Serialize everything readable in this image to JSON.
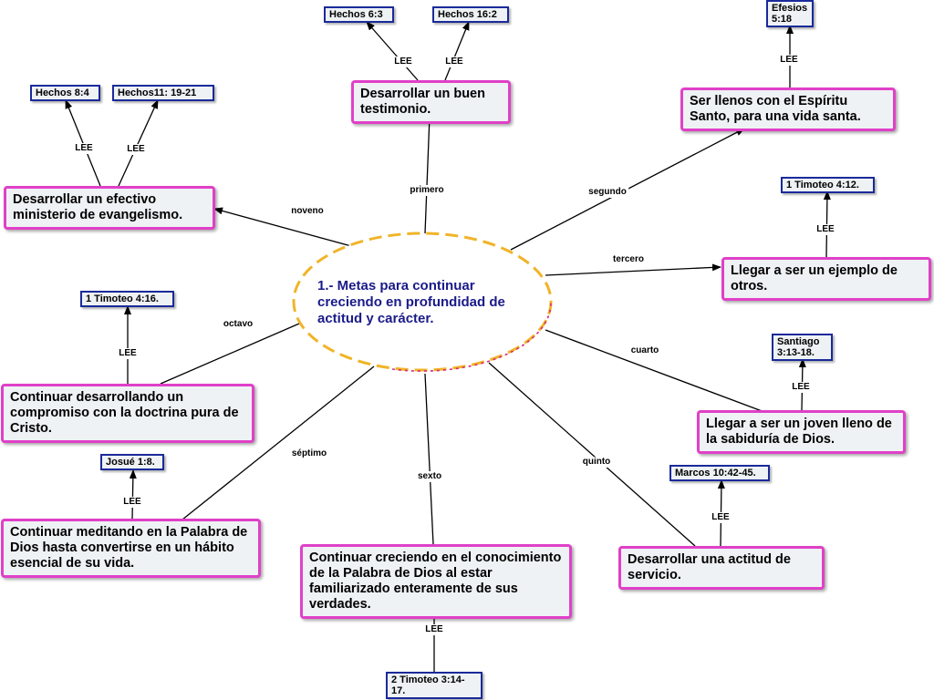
{
  "center": {
    "text": "1.- Metas para continuar creciendo en profundidad de actitud y carácter."
  },
  "goals": [
    {
      "id": "primero",
      "edge": "primero",
      "text": "Desarrollar un buen testimonio."
    },
    {
      "id": "segundo",
      "edge": "segundo",
      "text": "Ser llenos con el Espíritu Santo, para una vida santa."
    },
    {
      "id": "tercero",
      "edge": "tercero",
      "text": "Llegar a ser un ejemplo de otros."
    },
    {
      "id": "cuarto",
      "edge": "cuarto",
      "text": "Llegar a ser un joven lleno de la sabiduría de Dios."
    },
    {
      "id": "quinto",
      "edge": "quinto",
      "text": "Desarrollar una actitud de servicio."
    },
    {
      "id": "sexto",
      "edge": "sexto",
      "text": "Continuar creciendo en el conocimiento de la Palabra de Dios al estar familiarizado enteramente de sus verdades."
    },
    {
      "id": "septimo",
      "edge": "séptimo",
      "text": "Continuar meditando en la Palabra de Dios hasta convertirse en un hábito esencial de su vida."
    },
    {
      "id": "octavo",
      "edge": "octavo",
      "text": "Continuar desarrollando un compromiso con la doctrina pura de Cristo."
    },
    {
      "id": "noveno",
      "edge": "noveno",
      "text": "Desarrollar un efectivo ministerio de evangelismo."
    }
  ],
  "ref_link_label": "LEE",
  "refs": [
    {
      "id": "hechos63",
      "text": "Hechos 6:3"
    },
    {
      "id": "hechos162",
      "text": "Hechos 16:2"
    },
    {
      "id": "efesios518",
      "text": "Efesios 5:18"
    },
    {
      "id": "timoteo412",
      "text": "1 Timoteo 4:12."
    },
    {
      "id": "santiago",
      "text": "Santiago 3:13-18."
    },
    {
      "id": "marcos",
      "text": "Marcos 10:42-45."
    },
    {
      "id": "timoteo2",
      "text": "2 Timoteo 3:14-17."
    },
    {
      "id": "josue",
      "text": "Josué 1:8."
    },
    {
      "id": "timoteo416",
      "text": "1 Timoteo 4:16."
    },
    {
      "id": "hechos84",
      "text": "Hechos 8:4"
    },
    {
      "id": "hechos1119",
      "text": "Hechos11: 19-21"
    }
  ],
  "colors": {
    "goal_border": "#e040c8",
    "ref_border": "#1a2a9a",
    "center_border": "#f0b428",
    "center_text": "#1a1a8a",
    "line": "#000000"
  }
}
